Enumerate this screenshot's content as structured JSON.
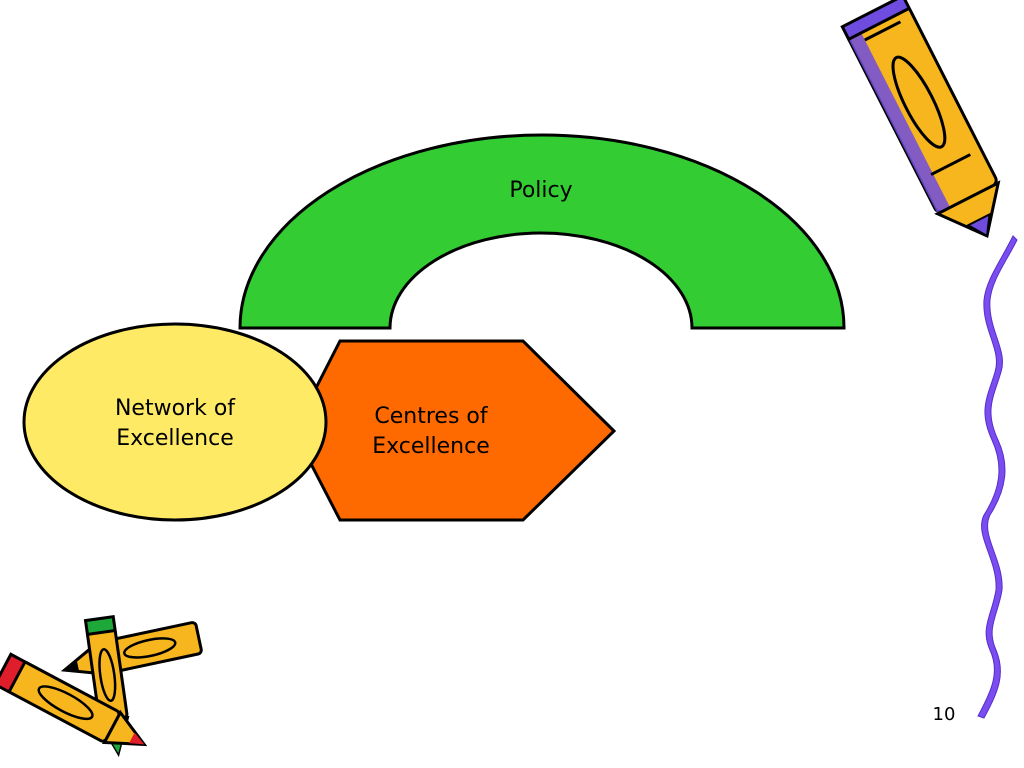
{
  "slide": {
    "page_number": "10"
  },
  "diagram": {
    "policy": {
      "label": "Policy",
      "color": "#33cc33"
    },
    "network": {
      "label_line1": "Network of",
      "label_line2": "Excellence",
      "color": "#ffea66"
    },
    "centres": {
      "label_line1": "Centres of",
      "label_line2": "Excellence",
      "color": "#ff6a00"
    }
  },
  "decorations": {
    "right_border_color": "#7b4cf0",
    "pencil_body_color": "#f7b51e",
    "pencil_tip_color_top": "#6f4ce0",
    "pencil_tip_color_green": "#1ea83a",
    "pencil_tip_color_red": "#e01e2b",
    "icons": [
      "pencil-icon-top-right",
      "pencils-cluster-icon-bottom-left",
      "wavy-border-icon"
    ]
  }
}
